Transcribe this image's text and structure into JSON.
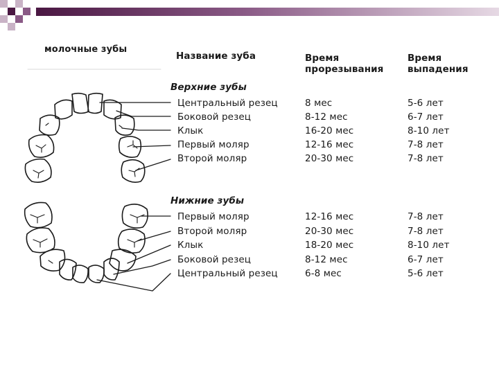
{
  "colors": {
    "accent_dark": "#4a1742",
    "accent_mid": "#8a5a86",
    "accent_light": "#c9b3c6",
    "ink": "#1a1a1a"
  },
  "title": "молочные зубы",
  "headers": {
    "name": "Название зуба",
    "eruption": "Время прорезывания",
    "loss": "Время выпадения"
  },
  "upper": {
    "label": "Верхние зубы",
    "rows": [
      {
        "name": "Центральный резец",
        "eruption": "8 мес",
        "loss": "5-6 лет"
      },
      {
        "name": "Боковой резец",
        "eruption": "8-12 мес",
        "loss": "6-7 лет"
      },
      {
        "name": "Клык",
        "eruption": "16-20 мес",
        "loss": "8-10 лет"
      },
      {
        "name": "Первый моляр",
        "eruption": "12-16 мес",
        "loss": "7-8 лет"
      },
      {
        "name": "Второй моляр",
        "eruption": "20-30 мес",
        "loss": "7-8 лет"
      }
    ]
  },
  "lower": {
    "label": "Нижние зубы",
    "rows": [
      {
        "name": "Первый моляр",
        "eruption": "12-16 мес",
        "loss": "7-8 лет"
      },
      {
        "name": "Второй моляр",
        "eruption": "20-30 мес",
        "loss": "7-8 лет"
      },
      {
        "name": "Клык",
        "eruption": "18-20 мес",
        "loss": "8-10 лет"
      },
      {
        "name": "Боковой резец",
        "eruption": "8-12 мес",
        "loss": "6-7 лет"
      },
      {
        "name": "Центральный резец",
        "eruption": "6-8 мес",
        "loss": "5-6 лет"
      }
    ]
  }
}
